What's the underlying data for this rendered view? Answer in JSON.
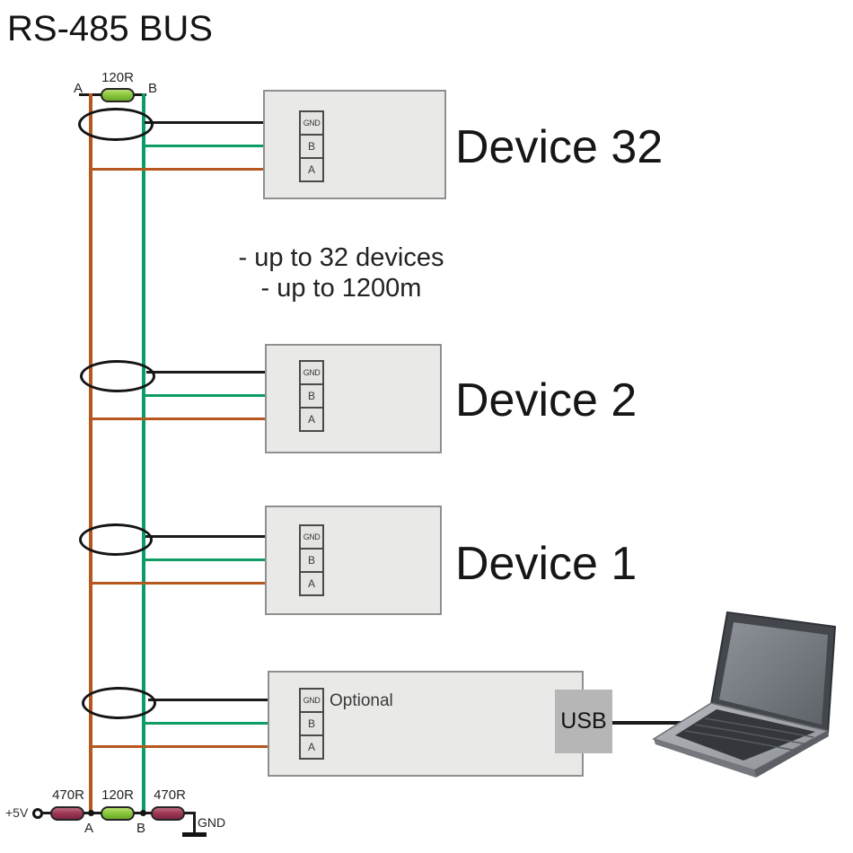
{
  "title": "RS-485 BUS",
  "notes": {
    "line1": "- up to 32 devices",
    "line2": "- up to 1200m"
  },
  "colors": {
    "wire_a": "#b5571f",
    "wire_b": "#0c9c64",
    "wire_gnd": "#1a1a1a",
    "resistor_120r": "#8cc83e",
    "resistor_470r": "#a03a56",
    "device_box_fill": "#e9e9e7",
    "usb_port_fill": "#b6b6b6"
  },
  "top_termination": {
    "resistor": "120R",
    "node_a": "A",
    "node_b": "B"
  },
  "devices": [
    {
      "name": "Device 32",
      "terminals": {
        "gnd": "GND",
        "b": "B",
        "a": "A"
      }
    },
    {
      "name": "Device 2",
      "terminals": {
        "gnd": "GND",
        "b": "B",
        "a": "A"
      }
    },
    {
      "name": "Device 1",
      "terminals": {
        "gnd": "GND",
        "b": "B",
        "a": "A"
      }
    }
  ],
  "adapter": {
    "optional_label": "Optional",
    "usb_label": "USB",
    "terminals": {
      "gnd": "GND",
      "b": "B",
      "a": "A"
    }
  },
  "bottom_termination": {
    "supply_label": "+5V",
    "resistor_1": "470R",
    "resistor_2": "120R",
    "resistor_3": "470R",
    "node_a": "A",
    "node_b": "B",
    "gnd_label": "GND"
  }
}
